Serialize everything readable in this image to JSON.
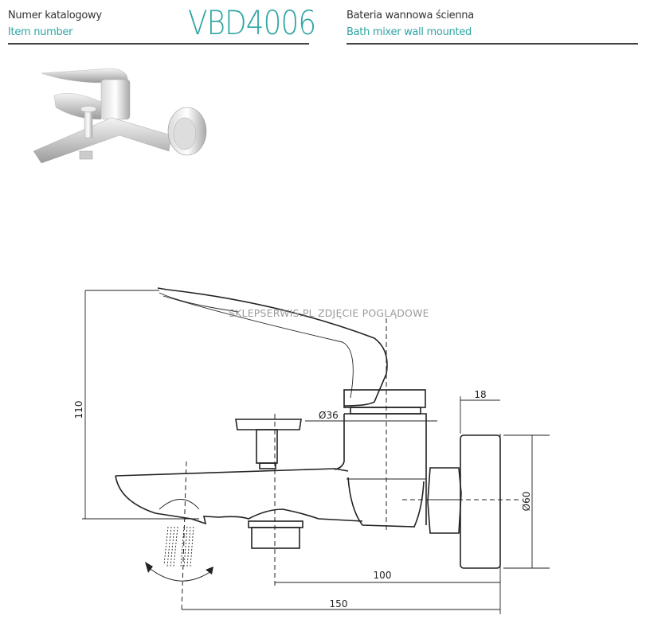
{
  "header": {
    "catalog_label_pl": "Numer katalogowy",
    "catalog_label_en": "Item number",
    "item_code": "VBD4006",
    "product_name_pl": "Bateria wannowa ścienna",
    "product_name_en": "Bath mixer wall mounted"
  },
  "watermark": "SKLEPSERWIS.PL ZDJĘCIE POGLĄDOWE",
  "dimensions": {
    "height": "110",
    "cartridge_diameter": "Ø36",
    "flange_depth": "18",
    "flange_diameter": "Ø60",
    "diverter_to_wall": "100",
    "spout_to_wall": "150"
  },
  "colors": {
    "accent": "#2fa5a3",
    "text": "#333333"
  }
}
